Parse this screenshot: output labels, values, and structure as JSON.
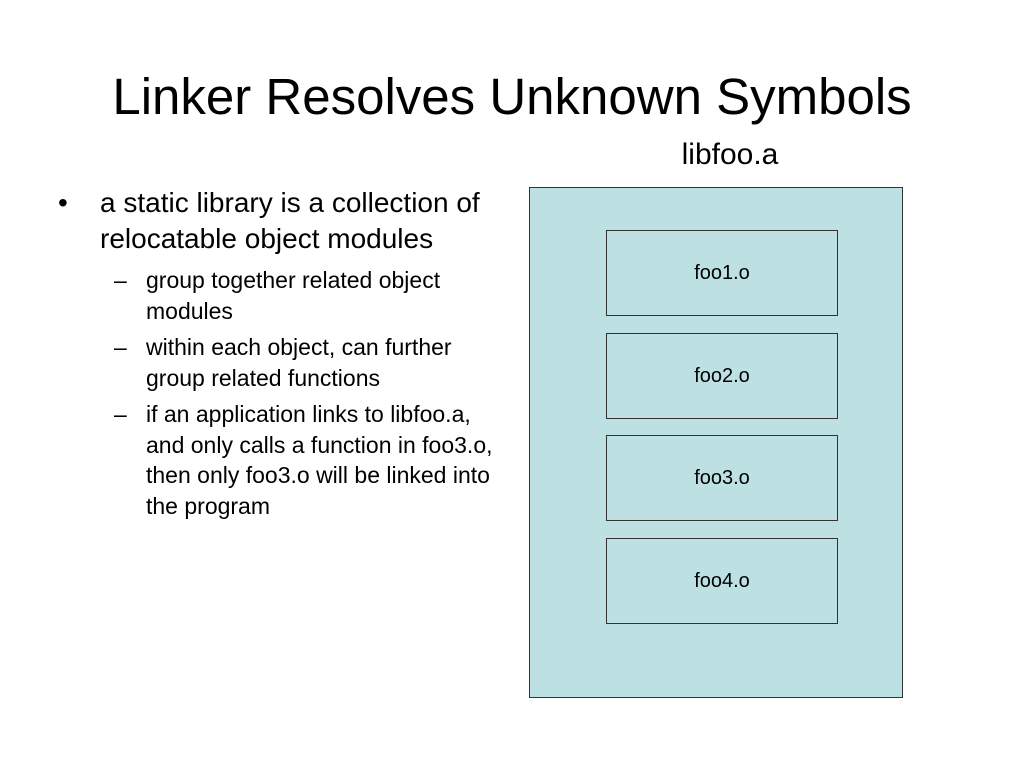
{
  "slide": {
    "title": "Linker Resolves Unknown Symbols",
    "bullets": {
      "main": "a static library is a collection of relocatable object modules",
      "sub": [
        "group together related object modules",
        "within each object, can further group related functions",
        "if an application links to libfoo.a, and only calls a function in foo3.o, then only foo3.o will be linked into the program"
      ]
    }
  },
  "diagram": {
    "library_label": "libfoo.a",
    "modules": [
      "foo1.o",
      "foo2.o",
      "foo3.o",
      "foo4.o"
    ],
    "colors": {
      "box_fill": "#bde0e2",
      "box_border": "#333333"
    }
  }
}
